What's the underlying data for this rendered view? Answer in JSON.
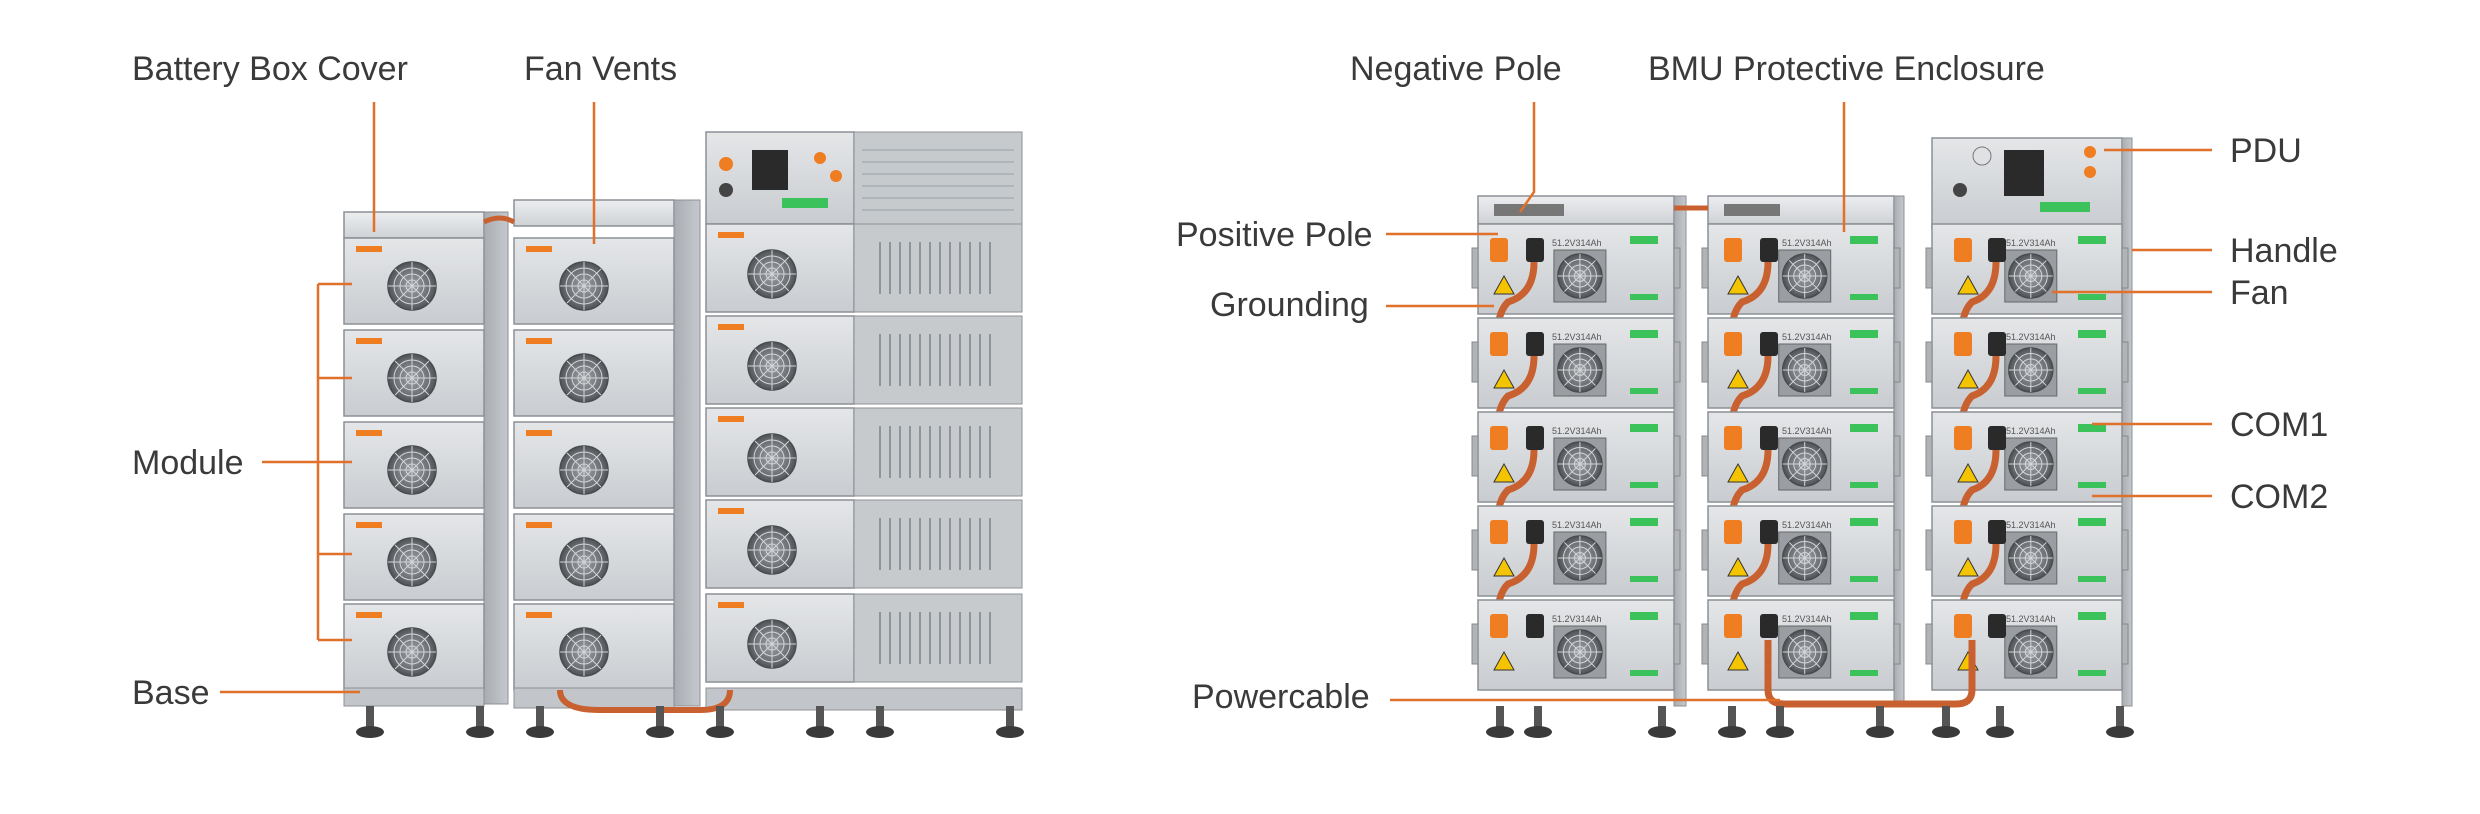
{
  "labels": {
    "battery_box_cover": "Battery Box Cover",
    "fan_vents": "Fan Vents",
    "module": "Module",
    "base": "Base",
    "negative_pole": "Negative Pole",
    "bmu_enclosure": "BMU Protective Enclosure",
    "pdu": "PDU",
    "positive_pole": "Positive Pole",
    "grounding": "Grounding",
    "handle": "Handle",
    "fan": "Fan",
    "com1": "COM1",
    "com2": "COM2",
    "powercable": "Powercable"
  },
  "module_label_text": "51.2V314Ah",
  "colors": {
    "leader": "#e0702a",
    "cable": "#c9602f",
    "connector": "#ef7d22",
    "text": "#3a3a3a",
    "module_face": "#d6d8db",
    "module_side": "#b8bbbf",
    "status_green": "#3cc25a"
  }
}
